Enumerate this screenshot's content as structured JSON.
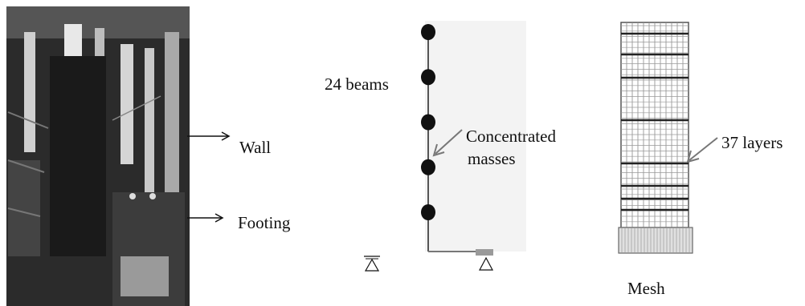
{
  "photo": {
    "labels": [
      {
        "id": "wall",
        "text": "Wall"
      },
      {
        "id": "footing",
        "text": "Footing"
      }
    ]
  },
  "beam_model": {
    "beams_label": "24 beams",
    "masses_label_line1": "Concentrated",
    "masses_label_line2": "masses",
    "mass_count": 5
  },
  "mesh_model": {
    "layers_label": "37 layers",
    "caption": "Mesh"
  },
  "colors": {
    "ink": "#111111",
    "panel_bg": "#f3f3f3",
    "arrow": "#777777",
    "mesh_line": "#555555"
  }
}
